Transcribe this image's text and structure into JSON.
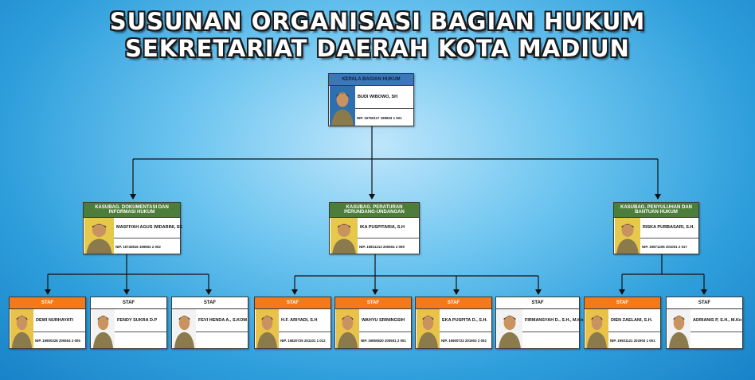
{
  "title_line1": "SUSUNAN ORGANISASI BAGIAN HUKUM",
  "title_line2": "SEKRETARIAT DAERAH KOTA MADIUN",
  "head": {
    "role": "KEPALA BAGIAN HUKUM",
    "name": "BUDI WIBOWO, SH",
    "nip": "NIP. 19750117 199603 1 001"
  },
  "kasubag": [
    {
      "role": "KASUBAG. DOKUMENTASI DAN INFORMASI HUKUM",
      "name": "MASFIYAH AGUS WIDARINI, SE",
      "nip": "NIP. 19740816 199602 2 002"
    },
    {
      "role": "KASUBAG. PERATURAN PERUNDANG-UNDANGAN",
      "name": "IKA PUSPITARIA, S.H",
      "nip": "NIP. 19831213 200604 2 009"
    },
    {
      "role": "KASUBAG. PENYULUHAN DAN BANTUAN HUKUM",
      "name": "RISKA PURBASARI, S.H.",
      "nip": "NIP. 19871205 201001 2 017"
    }
  ],
  "staff": [
    {
      "role": "STAF",
      "name": "DEWI NURHAYATI",
      "nip": "NIP. 19800328 200604 2 005",
      "color": "orange"
    },
    {
      "role": "STAF",
      "name": "FENDY SUKRA D.P",
      "nip": "",
      "color": "white"
    },
    {
      "role": "STAF",
      "name": "FEVI HENDA A., S.KOM",
      "nip": "",
      "color": "white"
    },
    {
      "role": "STAF",
      "name": "H.F. ARIYADI, S.H",
      "nip": "NIP. 19820725 201101 1 012",
      "color": "orange"
    },
    {
      "role": "STAF",
      "name": "WAHYU SRININGSIH",
      "nip": "NIP. 19850820 200501 2 001",
      "color": "orange"
    },
    {
      "role": "STAF",
      "name": "EKA PUSPITA D., S.H.",
      "nip": "NIP. 19900723 201903 2 002",
      "color": "orange"
    },
    {
      "role": "STAF",
      "name": "FIRMANSYAH D., S.H., M.Kn",
      "nip": "",
      "color": "white"
    },
    {
      "role": "STAF",
      "name": "DIEN ZAELANI, S.H.",
      "nip": "NIP. 19931121 201903 1 001",
      "color": "orange"
    },
    {
      "role": "STAF",
      "name": "ADRIANIS P, S.H., M.Kn",
      "nip": "",
      "color": "white"
    }
  ],
  "colors": {
    "head_header": "#3e77b8",
    "kasubag_header": "#4d7d3a",
    "staff_header_orange": "#f07a1c",
    "connector": "#111111"
  }
}
